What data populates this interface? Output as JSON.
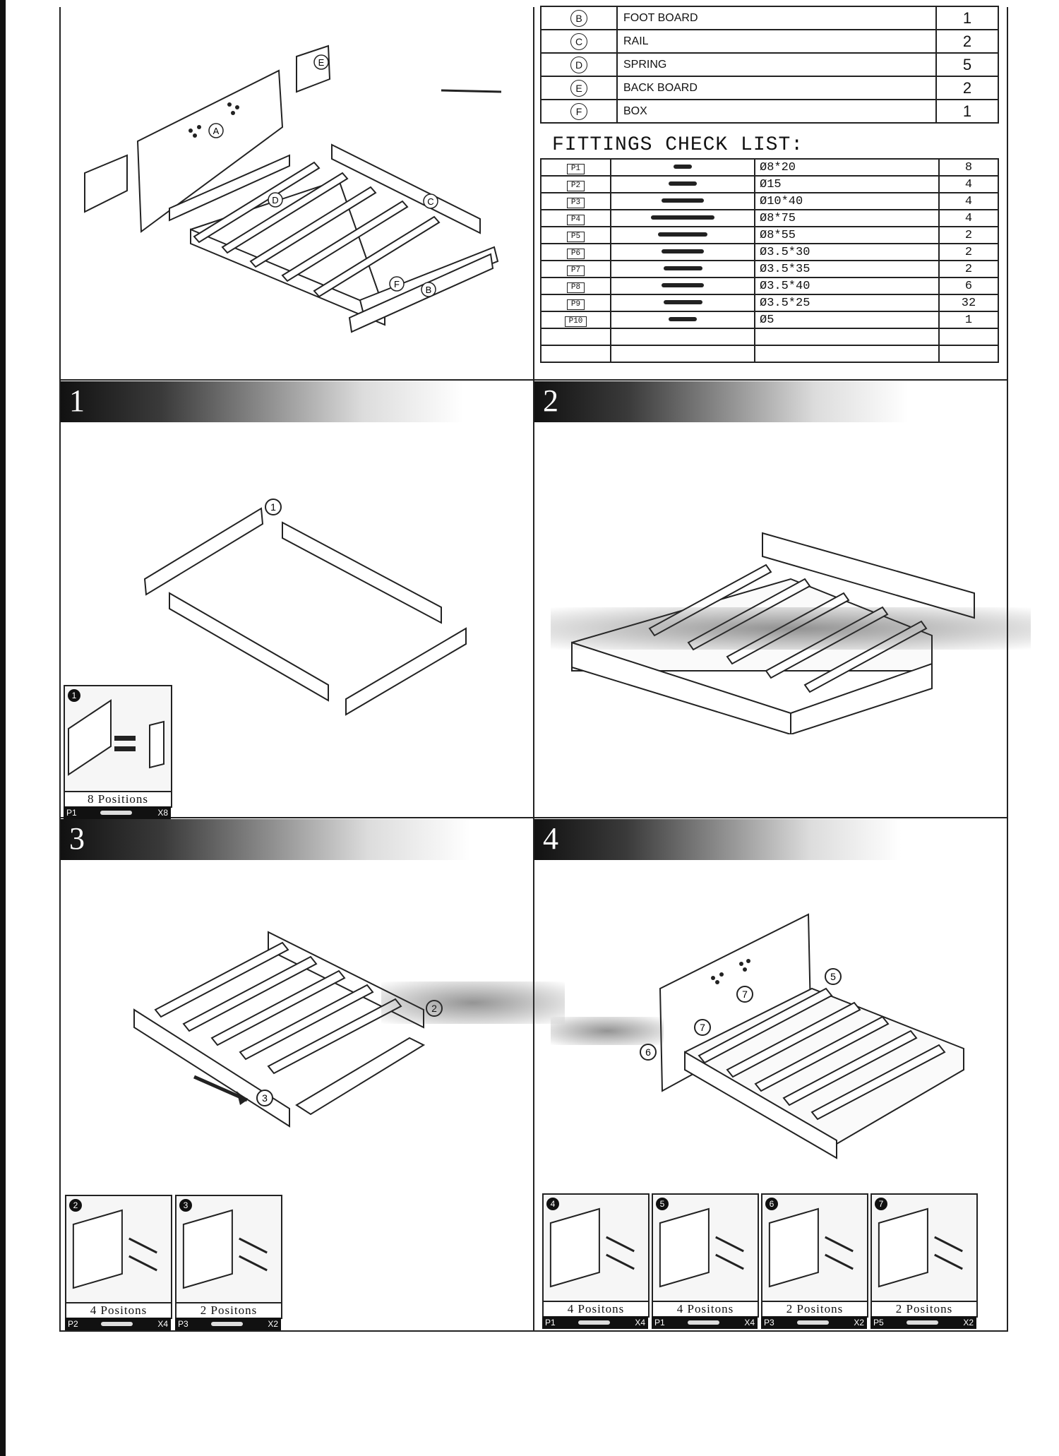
{
  "parts": [
    {
      "letter": "B",
      "name": "FOOT BOARD",
      "qty": "1"
    },
    {
      "letter": "C",
      "name": "RAIL",
      "qty": "2"
    },
    {
      "letter": "D",
      "name": "SPRING",
      "qty": "5"
    },
    {
      "letter": "E",
      "name": "BACK BOARD",
      "qty": "2"
    },
    {
      "letter": "F",
      "name": "BOX",
      "qty": "1"
    }
  ],
  "fittings_title": "FITTINGS CHECK LIST:",
  "fittings": [
    {
      "code": "P1",
      "size": "Ø8*20",
      "qty": "8"
    },
    {
      "code": "P2",
      "size": "Ø15",
      "qty": "4"
    },
    {
      "code": "P3",
      "size": "Ø10*40",
      "qty": "4"
    },
    {
      "code": "P4",
      "size": "Ø8*75",
      "qty": "4"
    },
    {
      "code": "P5",
      "size": "Ø8*55",
      "qty": "2"
    },
    {
      "code": "P6",
      "size": "Ø3.5*30",
      "qty": "2"
    },
    {
      "code": "P7",
      "size": "Ø3.5*35",
      "qty": "2"
    },
    {
      "code": "P8",
      "size": "Ø3.5*40",
      "qty": "6"
    },
    {
      "code": "P9",
      "size": "Ø3.5*25",
      "qty": "32"
    },
    {
      "code": "P10",
      "size": "Ø5",
      "qty": "1"
    }
  ],
  "exploded_labels": [
    "A",
    "B",
    "C",
    "D",
    "E",
    "F"
  ],
  "steps": [
    {
      "num": "1",
      "details": [
        {
          "badge": "1",
          "label": "8 Positions",
          "code": "P1",
          "count": "X8"
        }
      ]
    },
    {
      "num": "2",
      "details": []
    },
    {
      "num": "3",
      "details": [
        {
          "badge": "2",
          "label": "4 Positons",
          "code": "P2",
          "count": "X4"
        },
        {
          "badge": "3",
          "label": "2 Positons",
          "code": "P3",
          "count": "X2"
        }
      ]
    },
    {
      "num": "4",
      "details": [
        {
          "badge": "4",
          "label": "4 Positons",
          "code": "P1",
          "count": "X4"
        },
        {
          "badge": "5",
          "label": "4 Positons",
          "code": "P1",
          "count": "X4"
        },
        {
          "badge": "6",
          "label": "2 Positons",
          "code": "P3",
          "count": "X2"
        },
        {
          "badge": "7",
          "label": "2 Positons",
          "code": "P5",
          "count": "X2"
        }
      ]
    }
  ],
  "callouts": {
    "s1": "1",
    "s3a": "2",
    "s3b": "3",
    "s4a": "5",
    "s4b": "7",
    "s4c": "7",
    "s4d": "6"
  }
}
